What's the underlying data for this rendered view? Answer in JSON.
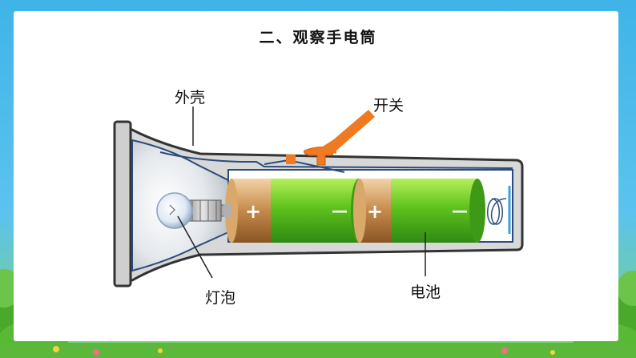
{
  "slide": {
    "title": "二、观察手电筒"
  },
  "diagram": {
    "labels": {
      "shell": "外壳",
      "switch": "开关",
      "bulb": "灯泡",
      "battery": "电池"
    },
    "battery_signs": {
      "positive": "+",
      "negative": "—"
    }
  },
  "colors": {
    "background_sky": "#3fb4e8",
    "card": "#ffffff",
    "battery_green": "#5fc21d",
    "battery_copper": "#c58a4a",
    "switch_orange": "#f07a21",
    "shell_gray": "#d8d8d8"
  }
}
